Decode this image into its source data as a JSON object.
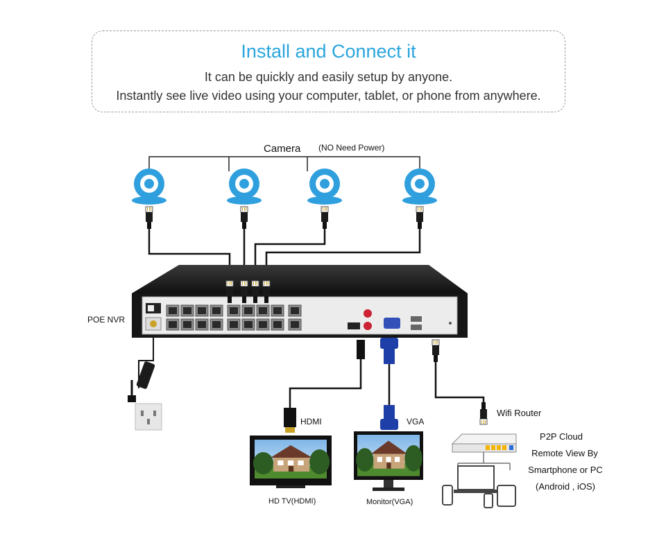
{
  "header": {
    "title": "Install and Connect it",
    "line1": "It can be quickly and easily setup by anyone.",
    "line2": "Instantly see live video using your computer, tablet, or phone from anywhere."
  },
  "cameras": {
    "label": "Camera",
    "note": "(NO Need Power)",
    "count": 4
  },
  "nvr": {
    "label": "POE NVR"
  },
  "outputs": {
    "hdmi_label": "HDMI",
    "vga_label": "VGA",
    "tv_label": "HD TV(HDMI)",
    "monitor_label": "Monitor(VGA)",
    "router_label": "Wifi Router"
  },
  "cloud": {
    "line1": "P2P Cloud",
    "line2": "Remote View By",
    "line3": "Smartphone or PC",
    "line4": "(Android , iOS)"
  },
  "colors": {
    "accent": "#2aa6dd",
    "camera_blue": "#2f9fde",
    "vga_blue": "#1f3fa8",
    "nvr_body": "#1a1a1a"
  }
}
